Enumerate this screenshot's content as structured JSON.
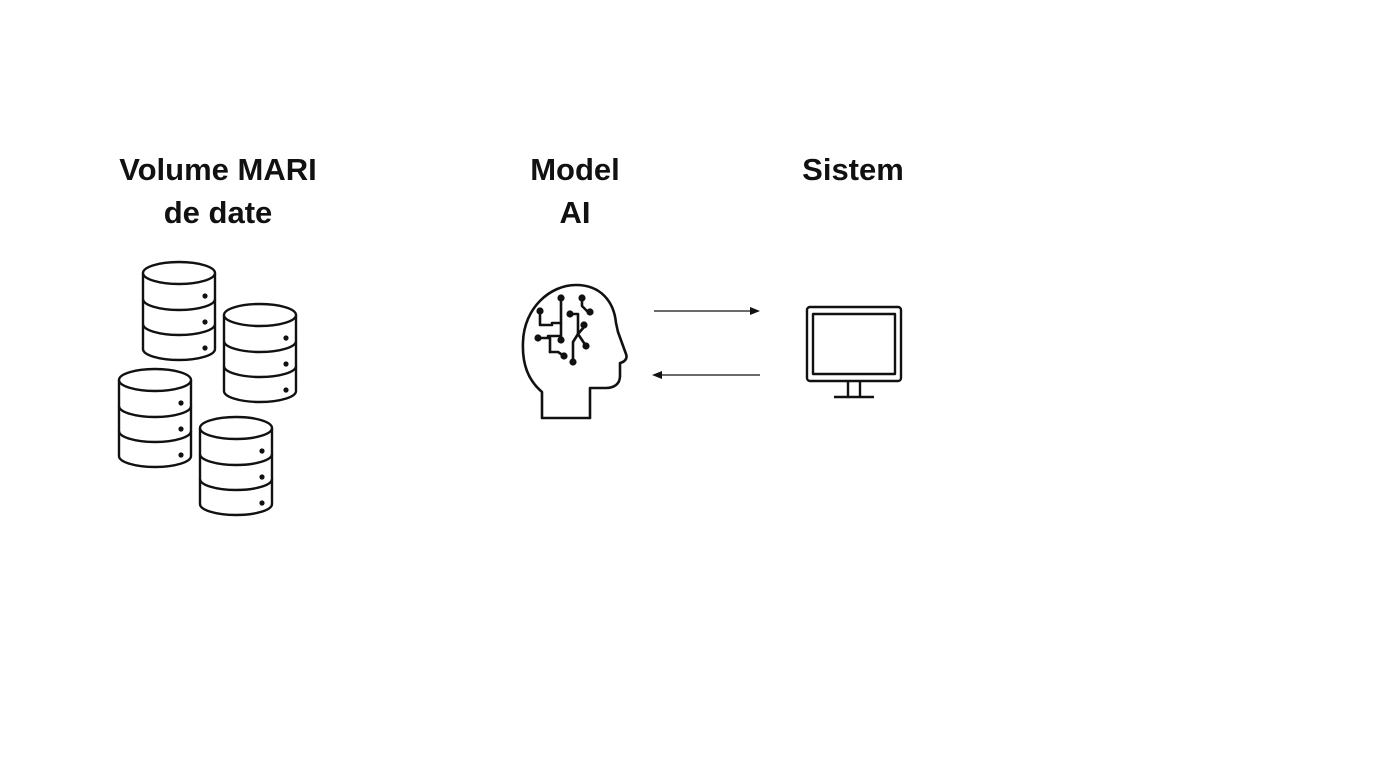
{
  "diagram": {
    "nodes": [
      {
        "id": "data",
        "label_lines": [
          "Volume MARI",
          "de date"
        ],
        "icon": "database-stack-icon"
      },
      {
        "id": "model",
        "label_lines": [
          "Model",
          "AI"
        ],
        "icon": "ai-head-icon"
      },
      {
        "id": "system",
        "label_lines": [
          "Sistem"
        ],
        "icon": "monitor-icon"
      }
    ],
    "edges": [
      {
        "from": "model",
        "to": "system",
        "direction": "right"
      },
      {
        "from": "system",
        "to": "model",
        "direction": "left"
      }
    ]
  },
  "colors": {
    "stroke": "#111111",
    "background": "#ffffff"
  }
}
